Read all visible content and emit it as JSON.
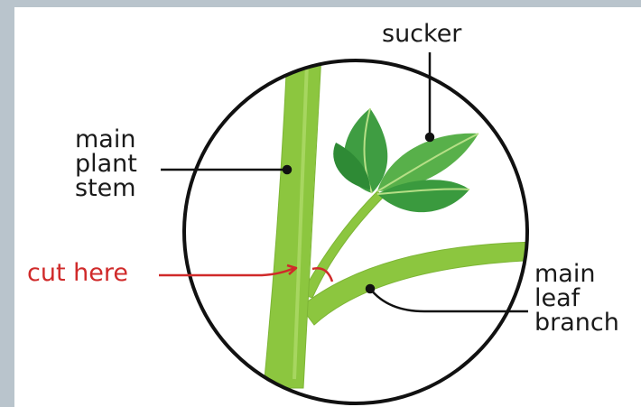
{
  "labels": {
    "sucker": "sucker",
    "main_plant_stem": [
      "main",
      "plant",
      "stem"
    ],
    "cut_here": "cut here",
    "main_leaf_branch": [
      "main",
      "leaf",
      "branch"
    ]
  },
  "colors": {
    "stem_green": "#8cc63f",
    "leaf_dark": "#3a9a3e",
    "leaf_light": "#6dbb54",
    "vein": "#b6df86",
    "outline": "#111111",
    "cut_red": "#d02a2a",
    "background": "#b9c4cc"
  }
}
